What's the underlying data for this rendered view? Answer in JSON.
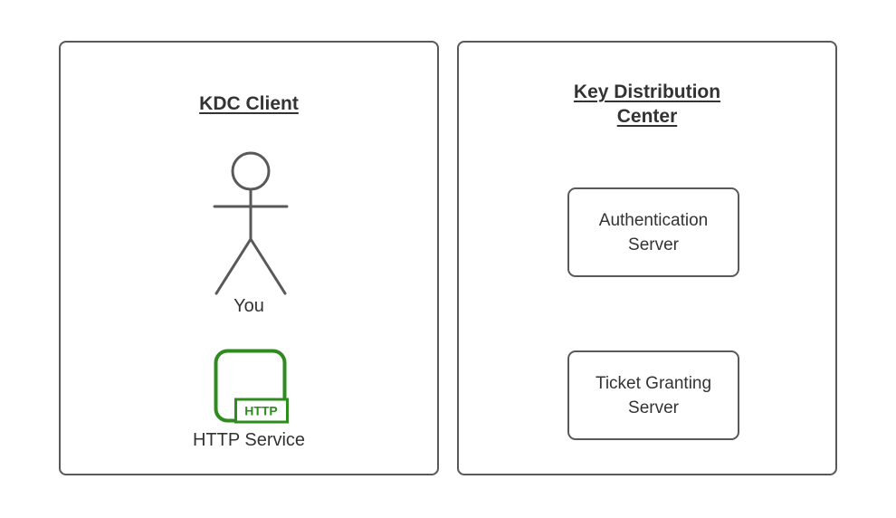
{
  "diagram": {
    "client_panel": {
      "title": "KDC Client",
      "actor": {
        "icon": "stick-figure-icon",
        "label": "You"
      },
      "service": {
        "icon": "http-service-icon",
        "badge": "HTTP",
        "label": "HTTP Service"
      }
    },
    "kdc_panel": {
      "title_line1": "Key Distribution",
      "title_line2": "Center",
      "boxes": [
        {
          "line1": "Authentication",
          "line2": "Server"
        },
        {
          "line1": "Ticket Granting",
          "line2": "Server"
        }
      ]
    }
  },
  "colors": {
    "stroke": "#595959",
    "text": "#333333",
    "accent_green": "#2E8B1E",
    "background": "#ffffff"
  }
}
